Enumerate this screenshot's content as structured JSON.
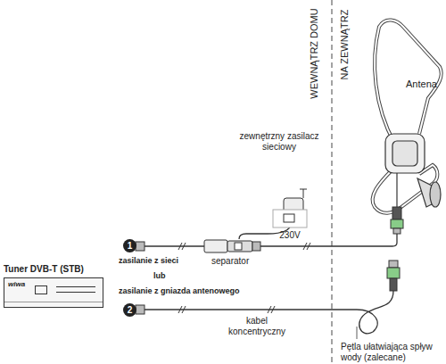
{
  "diagram": {
    "nodes": [
      {
        "text": [
          "Tuner DVB-T (STB)",
          "wiwa"
        ]
      },
      {
        "text": [
          "1"
        ]
      },
      {
        "text": [
          "2"
        ]
      }
    ],
    "labels": [
      "WEWNĄTRZ DOMU",
      "NA ZEWNĄTRZ",
      "Antena",
      "zewnętrzny zasilacz sieciowy",
      "230V",
      "zasilanie z sieci",
      "lub",
      "zasilanie z gniazda antenowego",
      "separator",
      "kabel koncentryczny",
      "Pętla ułatwiająca spływ wody (zalecane)"
    ]
  }
}
